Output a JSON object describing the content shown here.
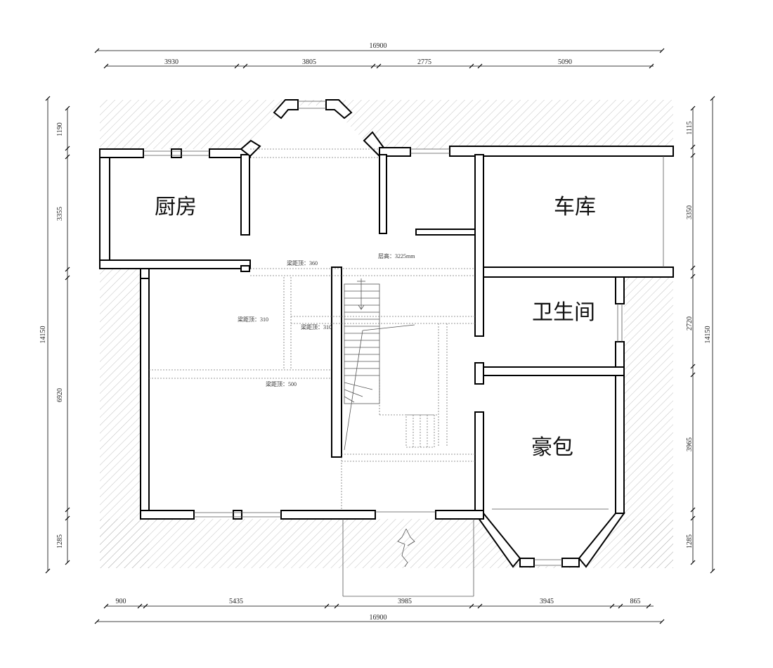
{
  "dimensions": {
    "top_total": "16900",
    "top_segments": [
      "3930",
      "3805",
      "2775",
      "5090"
    ],
    "bottom_total": "16900",
    "bottom_segments": [
      "900",
      "5435",
      "3985",
      "3945",
      "865"
    ],
    "left_total": "14150",
    "left_segments": [
      "1190",
      "3355",
      "6920",
      "1285"
    ],
    "right_total": "14150",
    "right_segments": [
      "1115",
      "3350",
      "2720",
      "3965",
      "1285"
    ]
  },
  "rooms": {
    "kitchen": "厨房",
    "garage": "车库",
    "bathroom": "卫生间",
    "private_room": "豪包"
  },
  "notes": {
    "floor_height": "层高：3225mm",
    "beam_360": "梁距顶：360",
    "beam_310_a": "梁距顶：310",
    "beam_310_b": "梁距顶：310",
    "beam_500": "梁距顶：500"
  },
  "colors": {
    "wall_stroke": "#000000",
    "hatch": "#9a9a9a",
    "background": "#ffffff"
  }
}
